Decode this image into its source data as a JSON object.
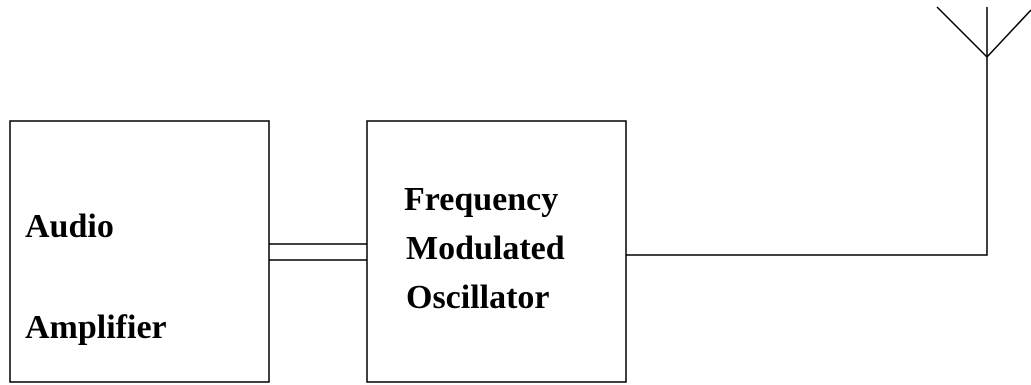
{
  "blocks": {
    "audio_amplifier": {
      "line1": "Audio",
      "line2": "Amplifier"
    },
    "fm_oscillator": {
      "line1": "Frequency",
      "line2": "Modulated",
      "line3": "Oscillator"
    }
  },
  "colors": {
    "stroke": "#000000",
    "background": "#ffffff"
  },
  "icons": {
    "antenna": "antenna-icon"
  }
}
